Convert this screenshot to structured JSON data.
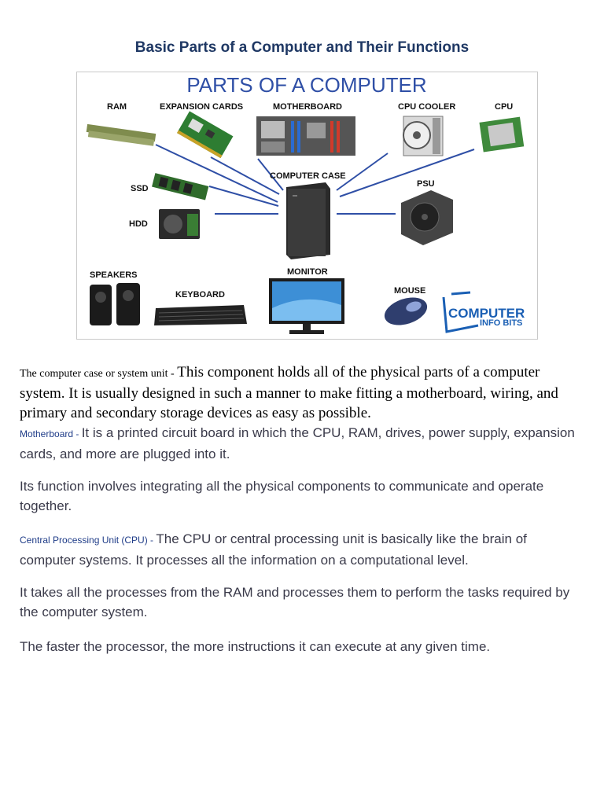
{
  "title": "Basic Parts of a Computer and Their Functions",
  "figure": {
    "heading": "PARTS OF A COMPUTER",
    "labels": {
      "ram": "RAM",
      "expansion": "EXPANSION CARDS",
      "motherboard": "MOTHERBOARD",
      "cooler": "CPU COOLER",
      "cpu": "CPU",
      "ssd": "SSD",
      "case": "COMPUTER CASE",
      "psu": "PSU",
      "hdd": "HDD",
      "speakers": "SPEAKERS",
      "keyboard": "KEYBOARD",
      "monitor": "MONITOR",
      "mouse": "MOUSE"
    },
    "logo": {
      "line1": "COMPUTER",
      "line2": "INFO BITS"
    },
    "colors": {
      "heading": "#2f4fa6",
      "connector": "#2f4fa6",
      "logo": "#1a5fb4"
    }
  },
  "paragraphs": {
    "case": {
      "lead": "The computer case or system unit - ",
      "text": "This component holds all of the physical parts of a computer system. It is usually designed in such a manner to make fitting a motherboard, wiring, and primary and secondary storage devices as easy as possible."
    },
    "motherboard": {
      "lead": "Motherboard - ",
      "text": "It is a printed circuit board in which the CPU, RAM, drives, power supply, expansion cards, and more are plugged into it."
    },
    "motherboard_function": "Its function involves integrating all the physical components to communicate and operate together.",
    "cpu": {
      "lead": "Central Processing Unit (CPU) - ",
      "text": "The CPU or central processing unit is basically like the brain of computer systems. It processes all the information on a computational level."
    },
    "cpu_ram": "It takes all the processes from the RAM and processes them to perform the tasks required by the computer system.",
    "cpu_speed": "The faster the processor, the more instructions it can execute at any given time."
  }
}
